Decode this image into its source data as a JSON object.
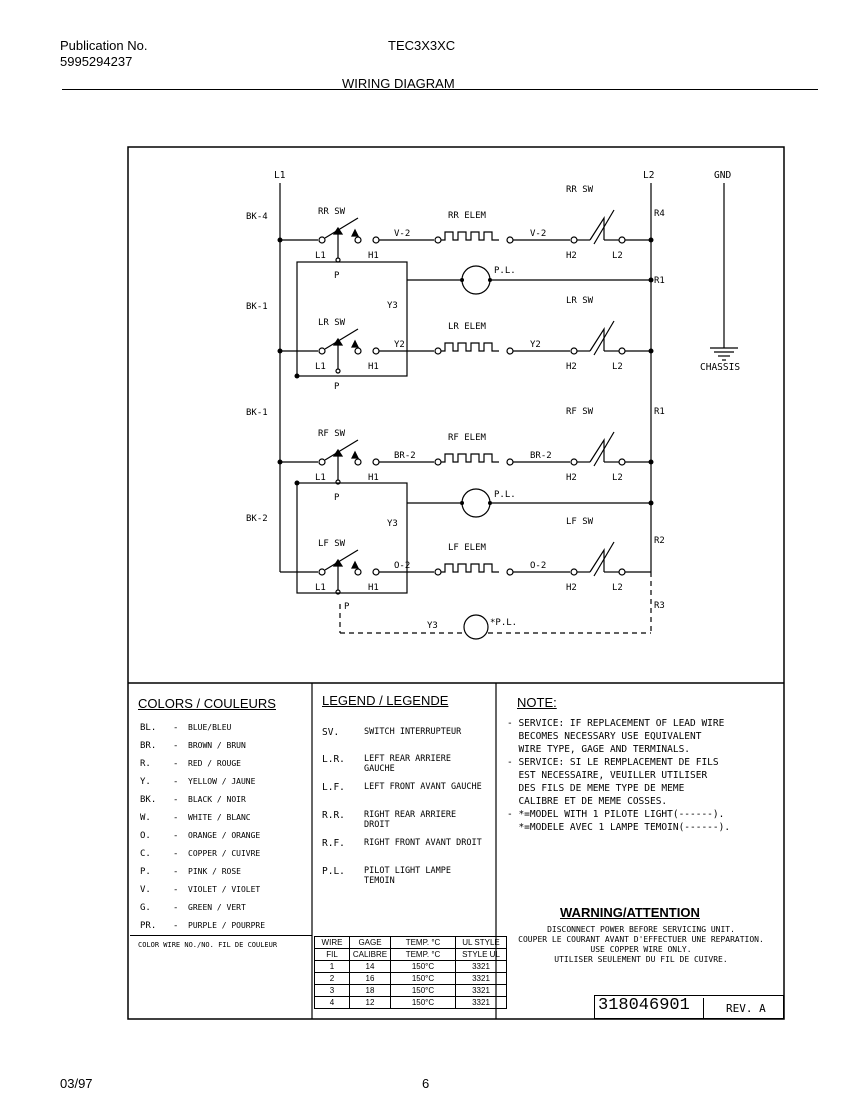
{
  "header": {
    "publication_label": "Publication No.",
    "publication_number": "5995294237",
    "model": "TEC3X3XC",
    "title": "WIRING DIAGRAM"
  },
  "footer": {
    "date": "03/97",
    "page": "6"
  },
  "schematic": {
    "lines": {
      "l1": "L1",
      "l2": "L2",
      "gnd": "GND",
      "chassis": "CHASSIS"
    },
    "left_labels": [
      "BK-4",
      "BK-1",
      "BK-1",
      "BK-2"
    ],
    "right_labels": [
      "R4",
      "R1",
      "R1",
      "R2",
      "R3"
    ],
    "switches": [
      "RR SW",
      "LR SW",
      "RF SW",
      "LF SW"
    ],
    "elements": [
      "RR ELEM",
      "LR ELEM",
      "RF ELEM",
      "LF ELEM"
    ],
    "inf_switches": [
      "RR SW",
      "LR SW",
      "RF SW",
      "LF SW"
    ],
    "wires": [
      {
        "left": "V-2",
        "right": "V-2"
      },
      {
        "left": "Y2",
        "right": "Y2"
      },
      {
        "left": "BR-2",
        "right": "BR-2"
      },
      {
        "left": "O-2",
        "right": "O-2"
      }
    ],
    "pin_l1": "L1",
    "pin_h1": "H1",
    "pin_h2": "H2",
    "pin_l2": "L2",
    "pin_p": "P",
    "y3": "Y3",
    "pl": "P.L.",
    "pl_star": "*P.L."
  },
  "colors": {
    "title": "COLORS / COULEURS",
    "items": [
      {
        "abbr": "BL.",
        "name": "BLUE/BLEU"
      },
      {
        "abbr": "BR.",
        "name": "BROWN / BRUN"
      },
      {
        "abbr": "R.",
        "name": "RED / ROUGE"
      },
      {
        "abbr": "Y.",
        "name": "YELLOW / JAUNE"
      },
      {
        "abbr": "BK.",
        "name": "BLACK / NOIR"
      },
      {
        "abbr": "W.",
        "name": "WHITE / BLANC"
      },
      {
        "abbr": "O.",
        "name": "ORANGE / ORANGE"
      },
      {
        "abbr": "C.",
        "name": "COPPER / CUIVRE"
      },
      {
        "abbr": "P.",
        "name": "PINK / ROSE"
      },
      {
        "abbr": "V.",
        "name": "VIOLET / VIOLET"
      },
      {
        "abbr": "G.",
        "name": "GREEN / VERT"
      },
      {
        "abbr": "PR.",
        "name": "PURPLE / POURPRE"
      }
    ],
    "dash": "-"
  },
  "legend": {
    "title": "LEGEND / LEGENDE",
    "items": [
      {
        "abbr": "SV.",
        "name": "SWITCH INTERRUPTEUR"
      },
      {
        "abbr": "L.R.",
        "name": "LEFT REAR ARRIERE GAUCHE"
      },
      {
        "abbr": "L.F.",
        "name": "LEFT FRONT AVANT GAUCHE"
      },
      {
        "abbr": "R.R.",
        "name": "RIGHT REAR ARRIERE DROIT"
      },
      {
        "abbr": "R.F.",
        "name": "RIGHT FRONT AVANT DROIT"
      },
      {
        "abbr": "P.L.",
        "name": "PILOT LIGHT LAMPE TEMOIN"
      }
    ]
  },
  "note": {
    "title": "NOTE:",
    "text": "- SERVICE: IF REPLACEMENT OF LEAD WIRE\n  BECOMES NECESSARY USE EQUIVALENT\n  WIRE TYPE, GAGE AND TERMINALS.\n- SERVICE: SI LE REMPLACEMENT DE FILS\n  EST NECESSAIRE, VEUILLER UTILISER\n  DES FILS DE MEME TYPE DE MEME\n  CALIBRE ET DE MEME COSSES.\n- *=MODEL WITH 1 PILOTE LIGHT(------).\n  *=MODELE AVEC 1 LAMPE TEMOIN(------)."
  },
  "warning": {
    "title": "WARNING/ATTENTION",
    "text": "DISCONNECT POWER BEFORE SERVICING UNIT.\nCOUPER LE COURANT AVANT D'EFFECTUER UNE REPARATION.\nUSE COPPER WIRE ONLY.\nUTILISER SEULEMENT DU FIL DE CUIVRE."
  },
  "wire_table": {
    "caption": "COLOR WIRE NO./NO. FIL DE COULEUR",
    "headers": [
      [
        "WIRE",
        "GAGE",
        "TEMP. °C",
        "UL STYLE"
      ],
      [
        "FIL",
        "CALIBRE",
        "TEMP. °C",
        "STYLE UL"
      ]
    ],
    "rows": [
      [
        "1",
        "14",
        "150°C",
        "3321"
      ],
      [
        "2",
        "16",
        "150°C",
        "3321"
      ],
      [
        "3",
        "18",
        "150°C",
        "3321"
      ],
      [
        "4",
        "12",
        "150°C",
        "3321"
      ]
    ]
  },
  "part_number": "318046901",
  "revision": "REV. A"
}
